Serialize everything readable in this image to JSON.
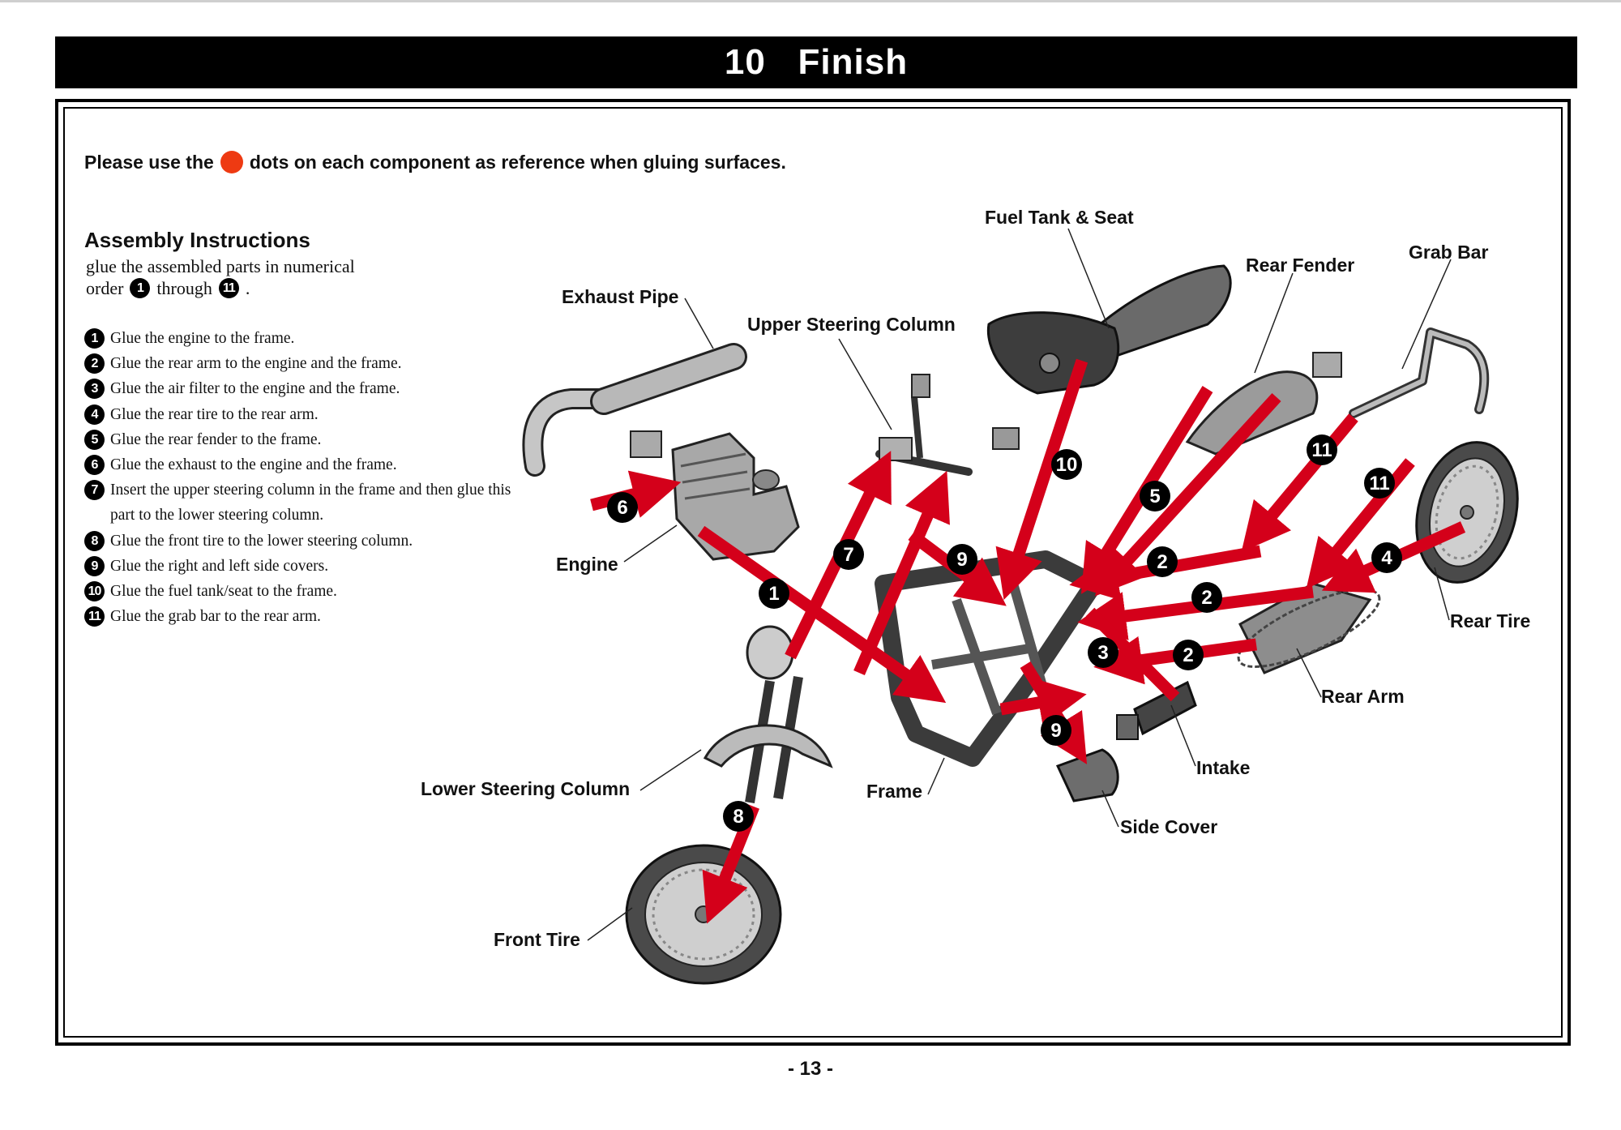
{
  "header": {
    "title": "10   Finish"
  },
  "note": {
    "before": "Please use the",
    "after": "dots on each component as reference when gluing surfaces.",
    "dot_color": "#ee3a12"
  },
  "instructions": {
    "title": "Assembly Instructions",
    "intro_line1": "glue the assembled parts in numerical",
    "intro_order": "order",
    "intro_first": "1",
    "intro_through": "through",
    "intro_last": "11",
    "intro_end": ".",
    "steps": [
      {
        "num": "1",
        "text": "Glue the engine to the frame."
      },
      {
        "num": "2",
        "text": "Glue the rear arm to the engine and the frame."
      },
      {
        "num": "3",
        "text": "Glue the air filter to the engine and the frame."
      },
      {
        "num": "4",
        "text": "Glue the rear tire to the rear arm."
      },
      {
        "num": "5",
        "text": "Glue the rear fender to the frame."
      },
      {
        "num": "6",
        "text": "Glue the exhaust to the engine and the frame."
      },
      {
        "num": "7",
        "text": "Insert the upper steering column in the frame and then glue this part to the lower steering column."
      },
      {
        "num": "8",
        "text": "Glue the front tire to the lower steering column."
      },
      {
        "num": "9",
        "text": "Glue the right and left side covers."
      },
      {
        "num": "10",
        "text": "Glue the fuel tank/seat to the frame."
      },
      {
        "num": "11",
        "text": "Glue the grab bar to the rear arm."
      }
    ]
  },
  "diagram": {
    "labels": {
      "fuel_tank_seat": "Fuel Tank & Seat",
      "rear_fender": "Rear Fender",
      "grab_bar": "Grab Bar",
      "exhaust_pipe": "Exhaust Pipe",
      "upper_steering_column": "Upper Steering Column",
      "engine": "Engine",
      "rear_tire": "Rear Tire",
      "rear_arm": "Rear Arm",
      "intake": "Intake",
      "lower_steering_column": "Lower Steering Column",
      "frame": "Frame",
      "side_cover": "Side Cover",
      "front_tire": "Front Tire"
    },
    "callouts": [
      "6",
      "7",
      "1",
      "9",
      "10",
      "5",
      "2",
      "2",
      "2",
      "3",
      "9",
      "11",
      "11",
      "4",
      "8"
    ],
    "arrow_color": "#d4001a"
  },
  "footer": {
    "page": "- 13 -"
  }
}
